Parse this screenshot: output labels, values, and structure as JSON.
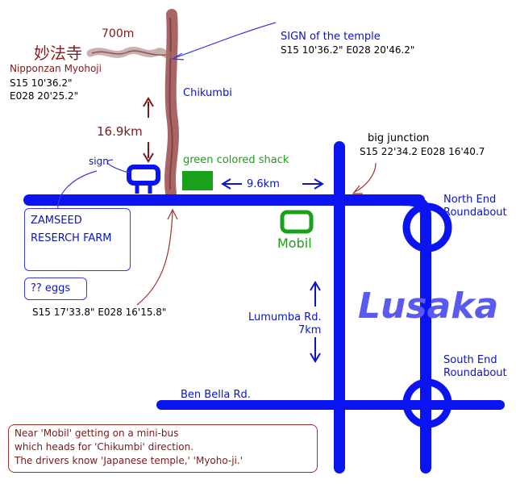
{
  "temple": {
    "kanji": "妙法寺",
    "name": "Nipponzan Myohoji",
    "distance_label": "700m",
    "coord_s": "S15 10'36.2\"",
    "coord_e": "E028 20'25.2\""
  },
  "temple_sign": {
    "title": "SIGN of the temple",
    "coords": "S15 10'36.2\"  E028 20'46.2\""
  },
  "chikumbi": {
    "label": "Chikumbi"
  },
  "distance_chikumbi": {
    "label": "16.9km"
  },
  "sign": {
    "label": "sign"
  },
  "shack": {
    "label": "green colored shack"
  },
  "distance_junction": {
    "label": "9.6km"
  },
  "junction": {
    "title": "big junction",
    "coords": "S15 22'34.2 E028 16'40.7"
  },
  "north_end": {
    "line1": "North End",
    "line2": "Roundabout"
  },
  "south_end": {
    "line1": "South End",
    "line2": "Roundabout"
  },
  "mobil": {
    "label": "Mobil"
  },
  "farm": {
    "line1": "ZAMSEED",
    "line2": "RESERCH FARM"
  },
  "eggs": {
    "label": "?? eggs"
  },
  "farm_coords": {
    "label": "S15 17'33.8\"  E028 16'15.8\""
  },
  "lumumba": {
    "line1": "Lumumba Rd.",
    "line2": "7km"
  },
  "city": {
    "label": "Lusaka"
  },
  "ben_bella": {
    "label": "Ben Bella Rd."
  },
  "note": {
    "line1": "Near 'Mobil' getting on a mini-bus",
    "line2": "which heads for 'Chikumbi' direction.",
    "line3": "The drivers know 'Japanese temple,' 'Myoho-ji.'"
  },
  "colors": {
    "road": "#0a14f0",
    "chikumbi_road": "#9a4a4a",
    "shack": "#1aa01a",
    "city": "#5a5af0",
    "callout_blue": "#3a3ae0",
    "callout_brown": "#a0302a"
  }
}
